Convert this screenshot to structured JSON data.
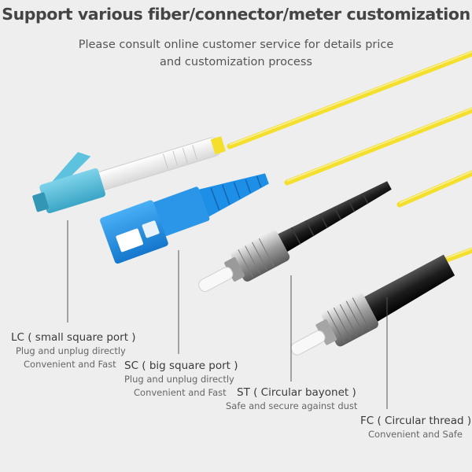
{
  "header": {
    "title": "Support various fiber/connector/meter customization",
    "subtitle_line1": "Please consult online customer service for details price",
    "subtitle_line2": "and customization process"
  },
  "colors": {
    "cable": "#f3df2c",
    "lc_blue": "#4db8d6",
    "sc_blue": "#1e8fe6",
    "metal": "#bfbfbf",
    "boot_black": "#1a1a1a"
  },
  "connectors": [
    {
      "name": "LC ( small square port )",
      "lines": [
        "Plug and unplug directly",
        "Convenient and Fast"
      ]
    },
    {
      "name": "SC ( big square port )",
      "lines": [
        "Plug and unplug directly",
        "Convenient and Fast"
      ]
    },
    {
      "name": "ST ( Circular bayonet )",
      "lines": [
        "Safe and secure against dust"
      ]
    },
    {
      "name": "FC ( Circular thread )",
      "lines": [
        "Convenient and Safe"
      ]
    }
  ]
}
